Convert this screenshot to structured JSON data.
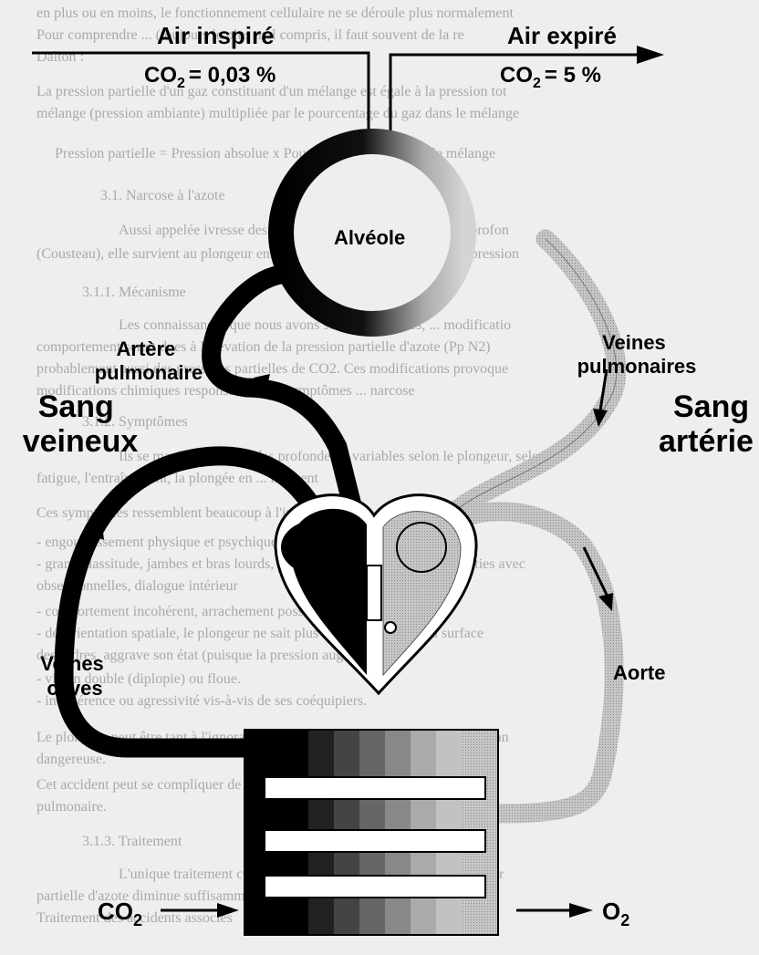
{
  "labels": {
    "air_in": "Air inspiré",
    "air_out": "Air expiré",
    "co2_in": "= 0,03 %",
    "co2_out": "= 5 %",
    "alveole": "Alvéole",
    "artere_1": "Artère",
    "artere_2": "pulmonaire",
    "veines_pulm_1": "Veines",
    "veines_pulm_2": "pulmonaires",
    "sang_veineux_1": "Sang",
    "sang_veineux_2": "veineux",
    "sang_arteriel_1": "Sang",
    "sang_arteriel_2": "artérie",
    "veines_caves_1": "Veines",
    "veines_caves_2": "caves",
    "aorte": "Aorte",
    "co2_bottom": "CO",
    "o2_bottom": "O",
    "co2_sym": "CO",
    "sub2": "2"
  },
  "background_text": [
    "en plus ou en moins, le fonctionnement cellulaire ne se déroule plus normalement",
    "Pour comprendre ... (toujours le plus mal compris, il faut souvent de la re",
    "Dalton :",
    "La pression partielle d'un gaz constituant d'un mélange est égale à la pression tot",
    "mélange (pression ambiante) multipliée par le pourcentage du gaz dans le mélange",
    "Pression partielle = Pression absolue x Pourcentage du gaz dans le mélange",
    "3.1. Narcose à l'azote",
    "Aussi appelée ivresse des profondeurs ou grande extase des profon",
    "(Cousteau), elle survient au plongeur en scaphandre respirant de l'air sous pression",
    "3.1.1. Mécanisme",
    "Les connaissances que nous avons sont incomplètes, ... modificatio",
    "comportement serait dues à l'élévation de la pression partielle d'azote (Pp N2)",
    "probablement aussi des pressions partielles de CO2. Ces modifications provoque",
    "modifications chimiques responsables des symptômes ... narcose",
    "3.1.2. Symptômes",
    "Ils se manifestent pour des profondeurs variables selon le plongeur, selon l'",
    "fatigue, l'entraînement, la plongée en ... moment",
    "Ces symptômes ressemblent beaucoup à l'ivresse :",
    "- engourdissement physique et psychique",
    "- grande lassitude, jambes et bras lourds, performances intellectuelles ralenties avec",
    "obsessionnelles, dialogue intérieur",
    "- comportement incohérent, arrachement possible de l'embout",
    "- désorientation spatiale, le plongeur ne sait plus où sont le fond et la surface",
    "des ordres, aggrave son état (puisque la pression augmente)",
    "- vision double (diplopie) ou floue.",
    "- indifférence ou agressivité vis-à-vis de ses coéquipiers.",
    "Le plongeur peut être tant à l'ignorant de son état, la situation en est alors d'autan",
    "dangereuse.",
    "Cet accident peut se compliquer de noyade, accident de décompression, surpr",
    "pulmonaire.",
    "3.1.3. Traitement",
    "L'unique traitement consiste à remonter de quelques mètres. La pr",
    "partielle d'azote diminue suffisamment ... les symptômes disparaissent",
    "Traitement des accidents associés"
  ]
}
